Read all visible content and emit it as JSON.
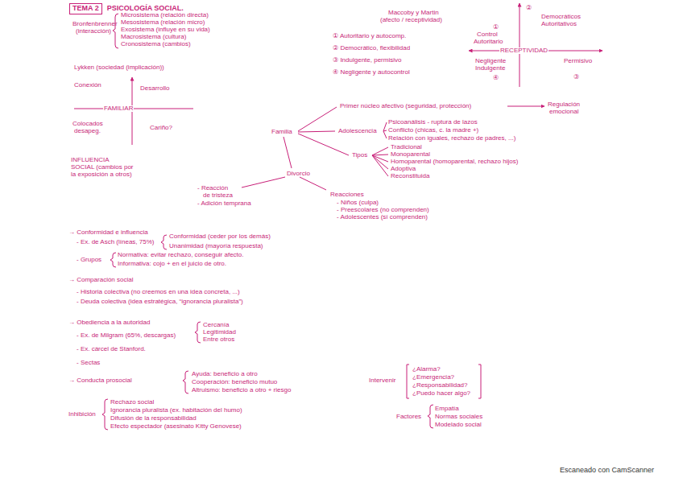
{
  "diagram": {
    "title": "PSICOLOGÍA SOCIAL.",
    "nodes": [
      {
        "text": [
          "TEMA 2"
        ]
      }
    ],
    "labels": [
      "Bronfenbrenner",
      "(interacción)",
      "Microsistema (relación directa)",
      "Mesosistema (relación micro)",
      "Exosistema (influye en su vida)",
      "Macrosistema (cultura)",
      "Cronosistema (cambios)",
      "Lykken (sociedad (implicación))",
      "Conexión",
      "Desarrollo",
      "FAMILIAR",
      "Colocados",
      "desapeg.",
      "Cariño?",
      "INFLUENCIA",
      "SOCIAL (cambios por",
      "la exposición a otros)",
      "Maccoby y Martin",
      "(afecto / receptividad)",
      "① Autoritario y autocomp.",
      "② Democrático, flexibilidad",
      "③ Indulgente, permisivo",
      "④ Negligente y autocontrol",
      "②",
      "Democráticos",
      "Autoritativos",
      "①",
      "Control",
      "Autoritario",
      "RECEPTIVIDAD",
      "Negligente",
      "Indulgente",
      "④",
      "Permisivo",
      "③",
      "Familia",
      "Primer núcleo afectivo (seguridad, protección)",
      "Regulación",
      "emocional",
      "Adolescencia",
      "Psicoanálisis - ruptura de lazos",
      "Conflicto (chicas, c. la madre +)",
      "Relación con iguales, rechazo de padres, ...)",
      "Tipos",
      "Tradicional",
      "Monoparental",
      "Homoparental (homoparental, rechazo hijos)",
      "Adoptiva",
      "Reconstituida",
      "Divorcio",
      "- Reacción",
      "de tristeza",
      "- Adición temprana",
      "Reacciones",
      "- Niños (culpa)",
      "- Preescolares (no comprenden)",
      "- Adolescentes (sí comprenden)",
      "→ Conformidad e influencia",
      "- Ex. de Asch (líneas, 75%)",
      "Conformidad (ceder por los demás)",
      "Unanimidad (mayoría respuesta)",
      "- Grupos",
      "Normativa: evitar rechazo, conseguir afecto.",
      "Informativa: cojo + en el juicio de otro.",
      "→ Comparación social",
      "- Historia colectiva (no creemos en una idea concreta, ...)",
      "- Deuda colectiva (idea estratégica, “ignorancia pluralista”)",
      "→ Obediencia a la autoridad",
      "- Ex. de Milgram (65%, descargas)",
      "Cercanía",
      "Legitimidad",
      "Entre otros",
      "- Ex. cárcel de Stanford.",
      "- Sectas",
      "→ Conducta prosocial",
      "Ayuda: beneficio a otro",
      "Cooperación: beneficio mutuo",
      "Altruismo: beneficio a otro + riesgo",
      "Intervenir",
      "¿Alarma?",
      "¿Emergencia?",
      "¿Responsabilidad?",
      "¿Puedo hacer algo?",
      "Inhibición",
      "Rechazo social",
      "Ignorancia pluralista (ex. habitación del humo)",
      "Difusión de la responsabilidad",
      "Efecto espectador (asesinato Kitty Genovese)",
      "Factores",
      "Empatía",
      "Normas sociales",
      "Modelado social",
      "Escaneado con CamScanner"
    ]
  }
}
